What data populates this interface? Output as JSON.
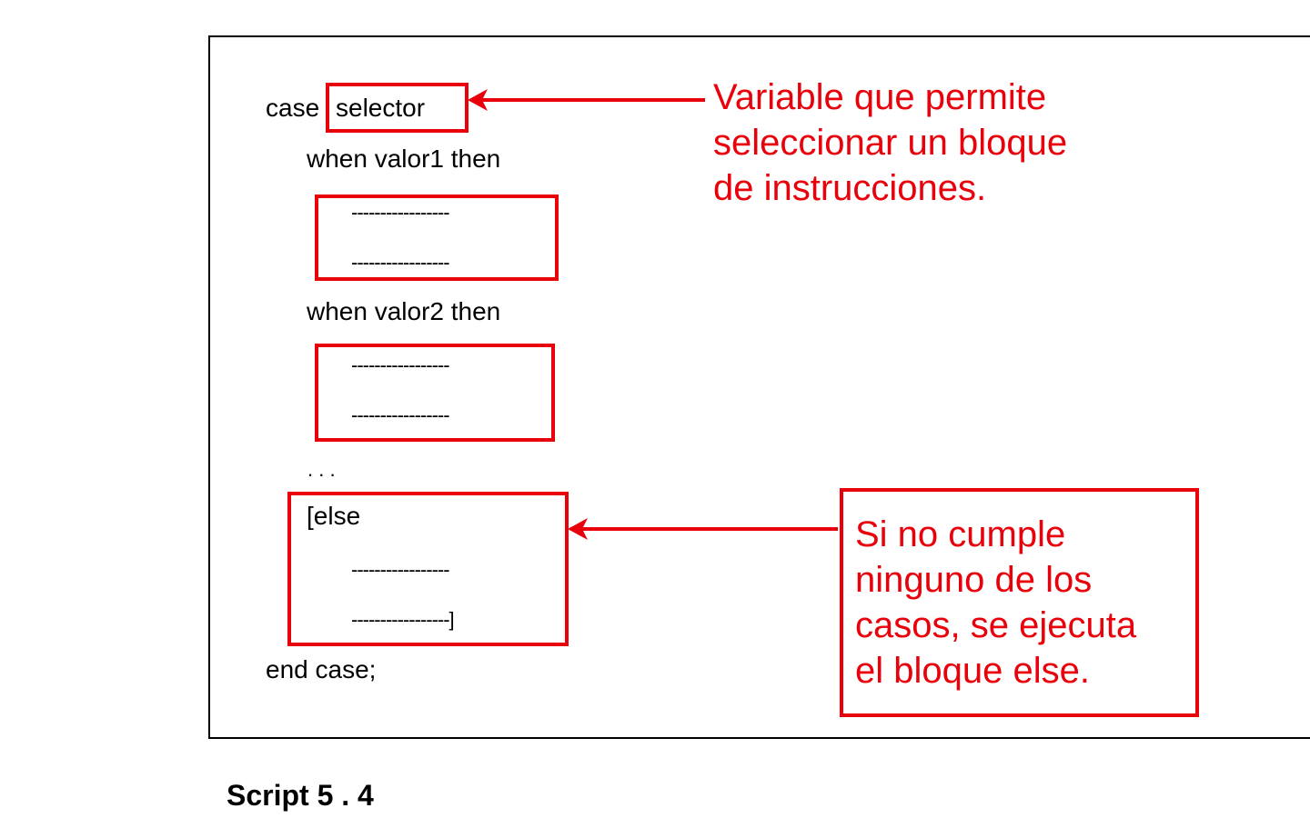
{
  "code": {
    "case_keyword": "case",
    "selector": "selector",
    "when1": "when valor1 then",
    "when2": "when valor2 then",
    "dash_line": "-----------------",
    "ellipsis": ". . .",
    "else_open": "[else",
    "dash_close": "-----------------]",
    "end_case": "end case;"
  },
  "annotations": {
    "selector_note": [
      "Variable que permite",
      "seleccionar un bloque",
      "de instrucciones."
    ],
    "else_note": [
      "Si no cumple",
      "ninguno de los",
      "casos, se ejecuta",
      "el bloque else."
    ]
  },
  "caption": "Script 5 . 4",
  "colors": {
    "highlight": "#e8000b",
    "text": "#000000",
    "background": "#ffffff"
  }
}
